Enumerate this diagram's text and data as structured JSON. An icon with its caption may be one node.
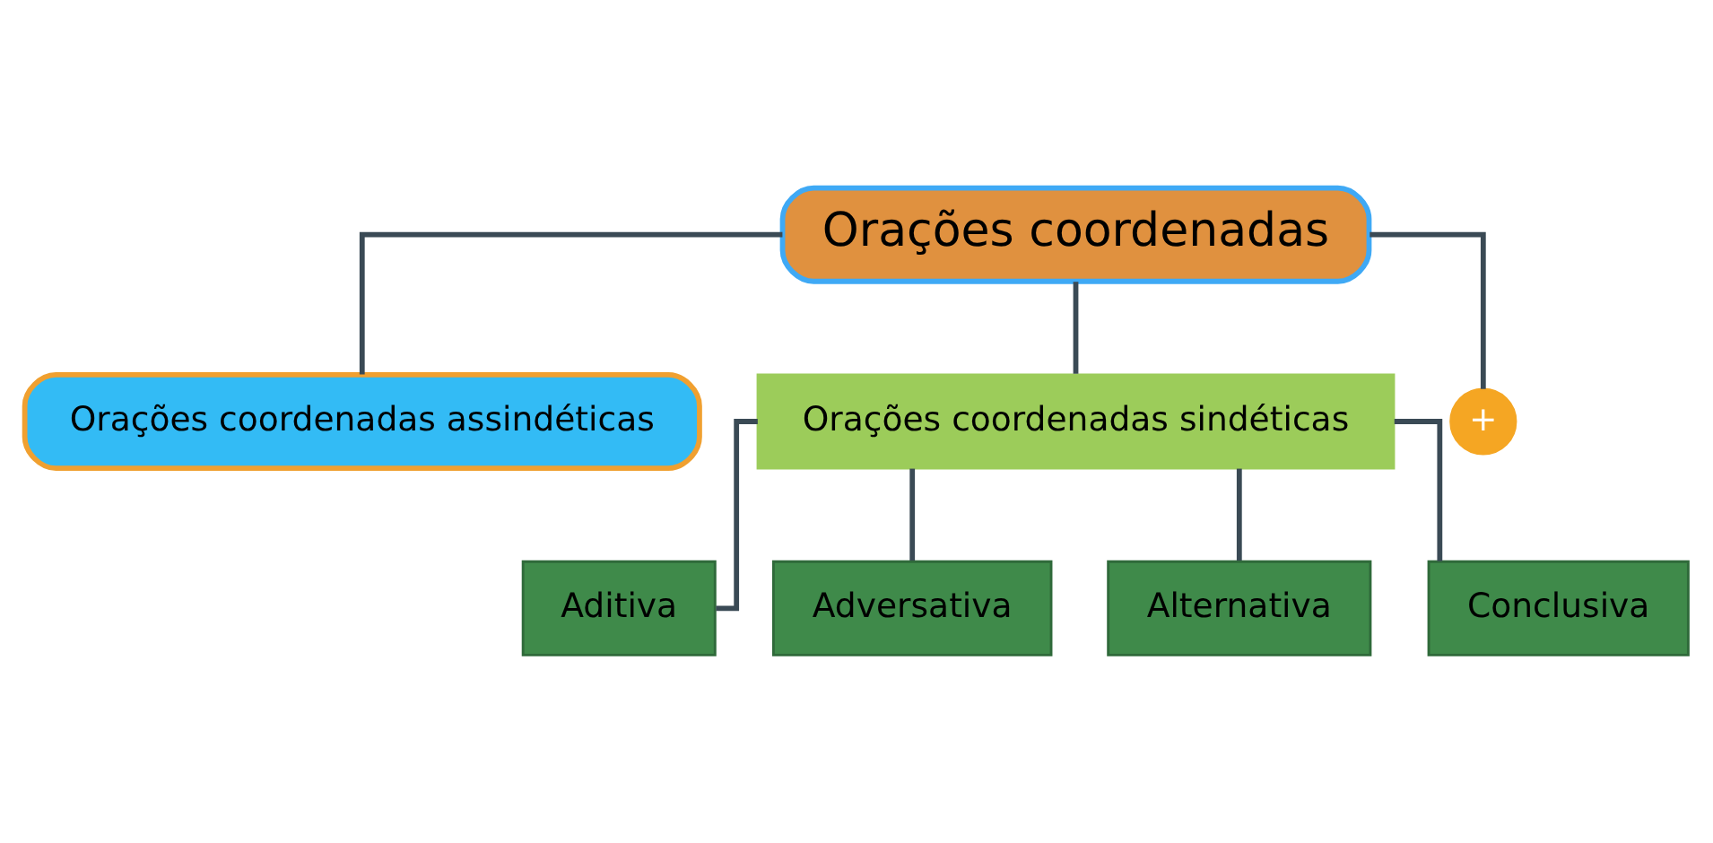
{
  "diagram": {
    "nodes": [
      {
        "text": [
          "Orações coordenadas"
        ]
      },
      {
        "text": [
          "Orações coordenadas assindéticas"
        ]
      },
      {
        "text": [
          "Orações coordenadas sindéticas"
        ]
      },
      {
        "text": [
          "Aditiva"
        ]
      },
      {
        "text": [
          "Adversativa"
        ]
      },
      {
        "text": [
          "Alternativa"
        ]
      },
      {
        "text": [
          "Conclusiva"
        ]
      },
      {
        "text": [
          "+"
        ]
      }
    ],
    "edges": [
      {
        "from": 0,
        "to": 1,
        "arrow": "none"
      },
      {
        "from": 0,
        "to": 2,
        "arrow": "none"
      },
      {
        "from": 2,
        "to": 3,
        "arrow": "none"
      },
      {
        "from": 2,
        "to": 4,
        "arrow": "none"
      },
      {
        "from": 2,
        "to": 5,
        "arrow": "none"
      },
      {
        "from": 2,
        "to": 6,
        "arrow": "none"
      },
      {
        "from": 0,
        "to": 7,
        "arrow": "none"
      }
    ]
  }
}
